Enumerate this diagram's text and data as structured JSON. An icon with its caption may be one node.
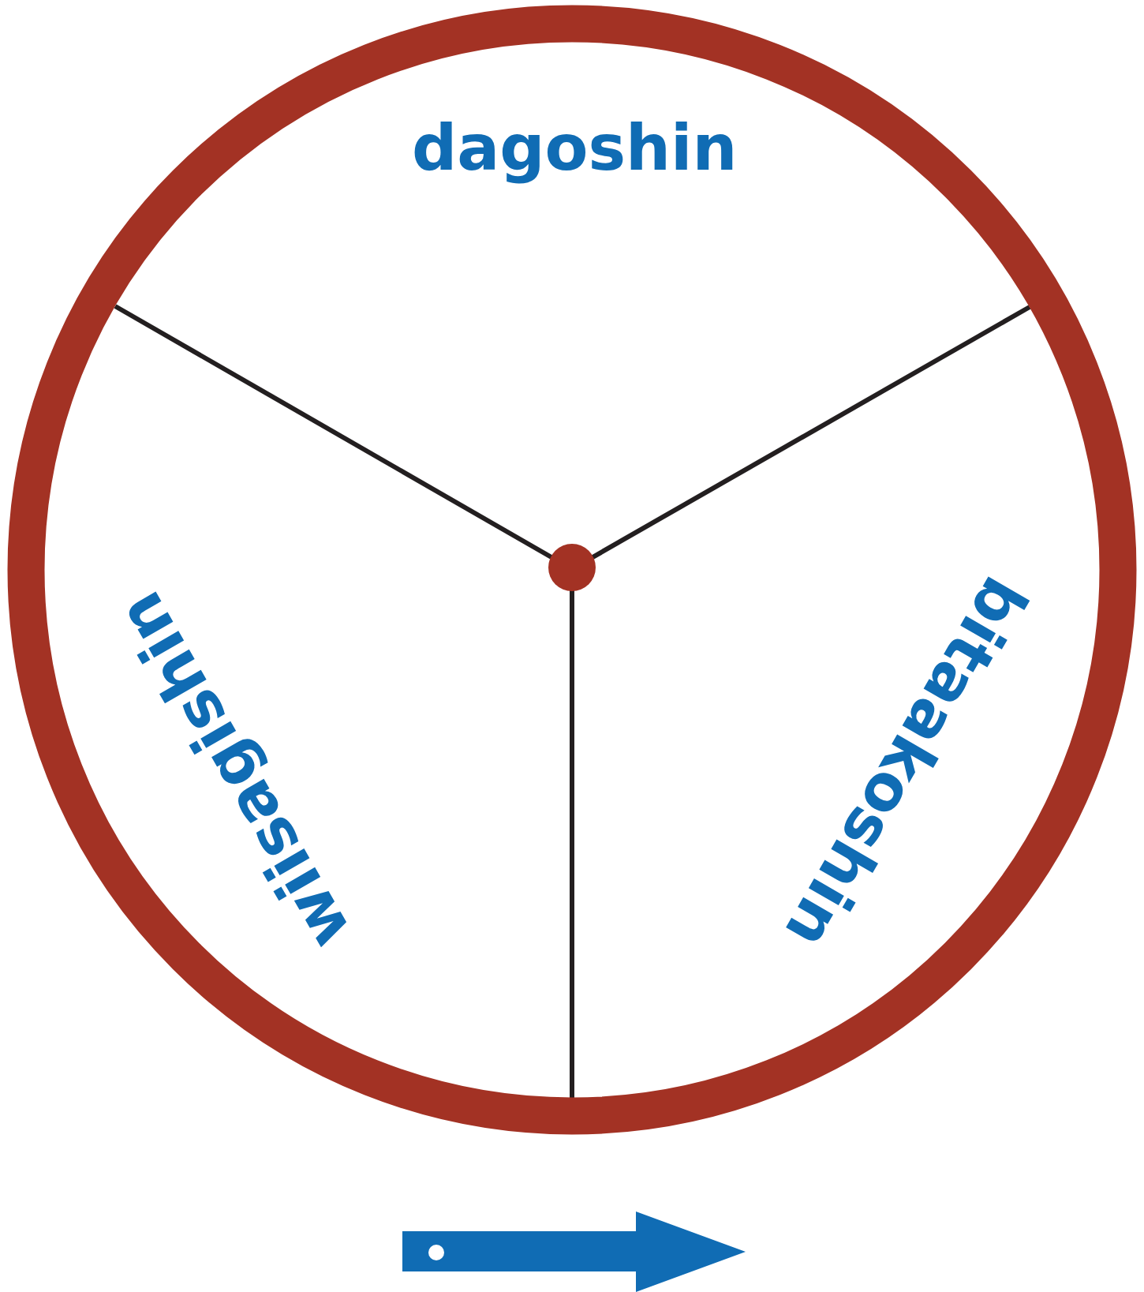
{
  "diagram": {
    "nodes": [
      {
        "text": [],
        "shape": "circle"
      },
      {
        "text": [
          "dagoshin"
        ],
        "in": 0
      },
      {
        "text": [
          "wiisagishin"
        ],
        "in": 0
      },
      {
        "text": [
          "bitaakoshin"
        ],
        "in": 0
      },
      {
        "text": [],
        "shape": "circle",
        "in": 0
      }
    ]
  }
}
